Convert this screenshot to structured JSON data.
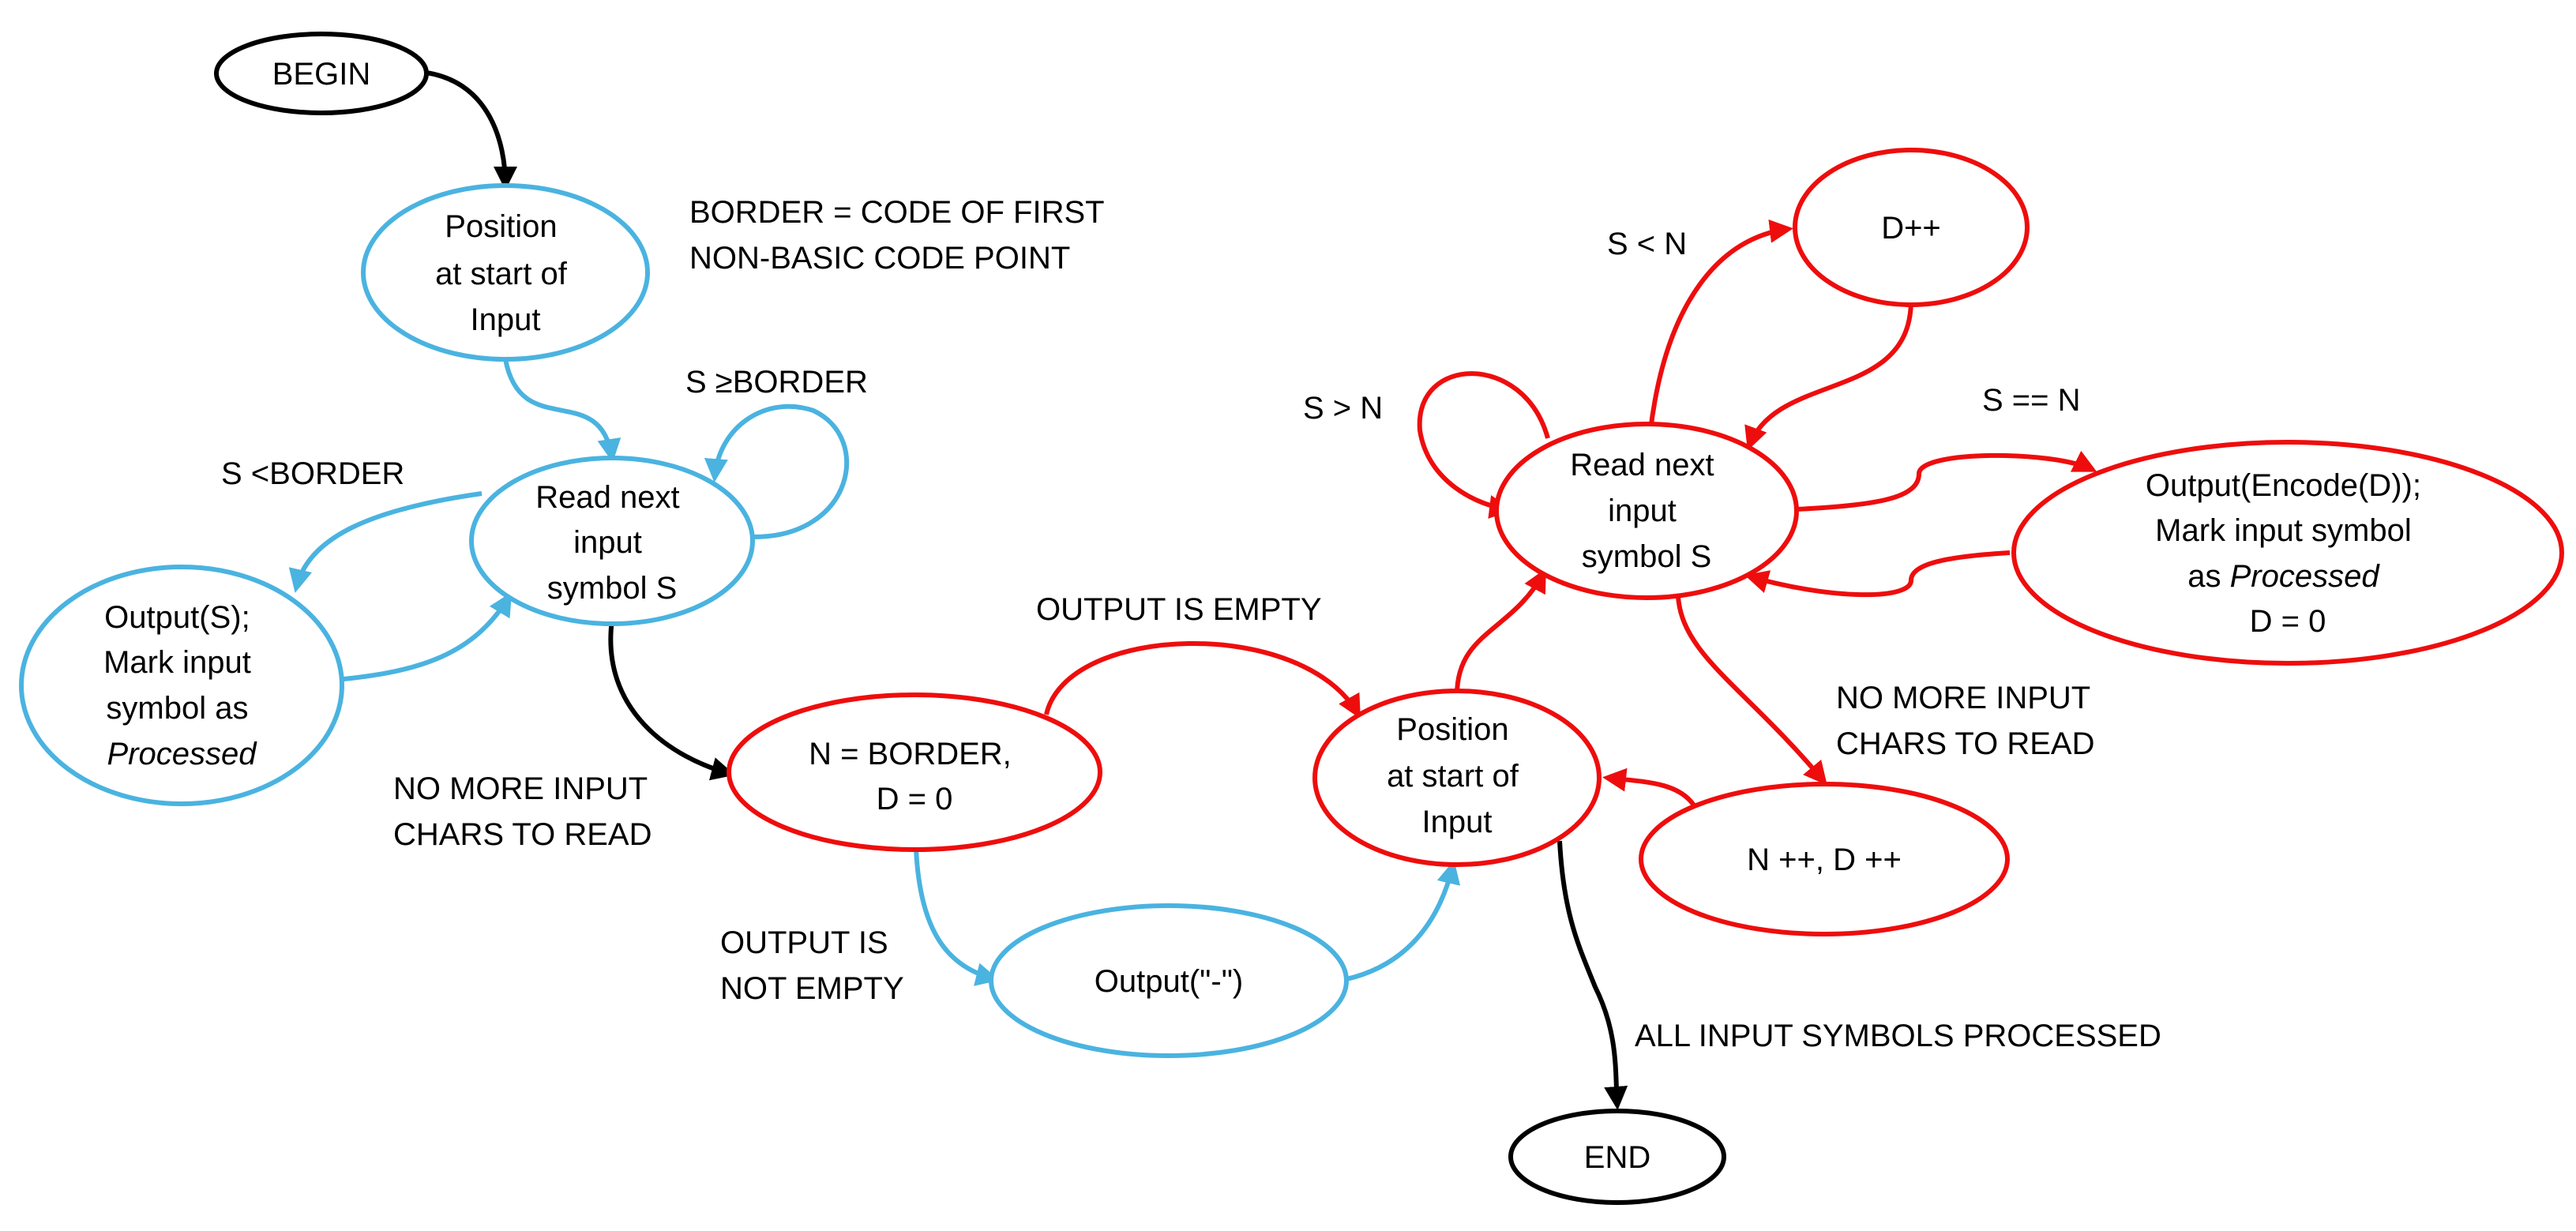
{
  "colors": {
    "blue": "#4ab3e0",
    "red": "#ee0d0d",
    "black": "#000000"
  },
  "nodes": {
    "begin": "BEGIN",
    "position_1": [
      "Position",
      "at start of",
      "Input"
    ],
    "read_1": [
      "Read next",
      "input",
      "symbol S"
    ],
    "output_s": [
      "Output(S);",
      "Mark input",
      "symbol as",
      "Processed"
    ],
    "n_border": [
      "N = BORDER,",
      "D = 0"
    ],
    "output_dash": "Output(\"-\")",
    "position_2": [
      "Position",
      "at start of",
      "Input"
    ],
    "read_2": [
      "Read next",
      "input",
      "symbol S"
    ],
    "d_plus": "D++",
    "output_encode": [
      "Output(Encode(D));",
      "Mark input symbol",
      "as Processed",
      "D = 0"
    ],
    "n_d_plus": "N ++, D ++",
    "end": "END"
  },
  "labels": {
    "border_note": [
      "BORDER = CODE OF FIRST",
      "NON-BASIC CODE POINT"
    ],
    "s_ge_border": "S ≥BORDER",
    "s_lt_border": "S <BORDER",
    "no_more_1": [
      "NO MORE INPUT",
      "CHARS TO READ"
    ],
    "output_empty": "OUTPUT IS EMPTY",
    "output_not_empty": [
      "OUTPUT IS",
      "NOT EMPTY"
    ],
    "s_lt_n": "S < N",
    "s_gt_n": "S > N",
    "s_eq_n": "S == N",
    "no_more_2": [
      "NO MORE INPUT",
      "CHARS TO READ"
    ],
    "all_processed": "ALL INPUT SYMBOLS PROCESSED"
  }
}
